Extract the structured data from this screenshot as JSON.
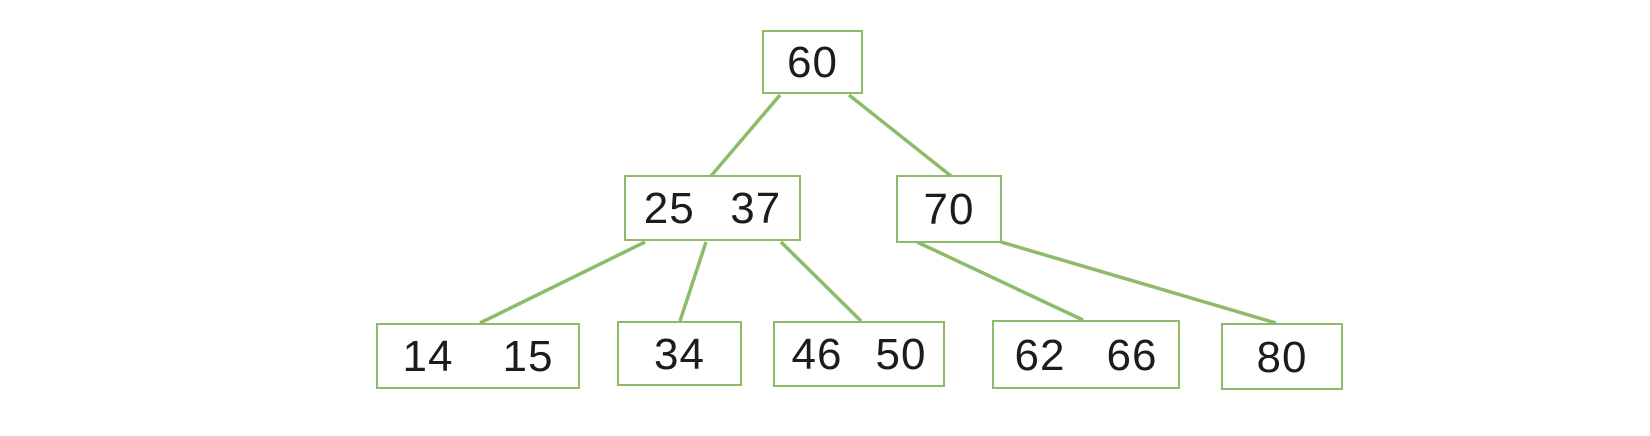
{
  "diagram": {
    "type": "b-tree",
    "accent_color": "#8dbb69",
    "node_fill_color": "#ffffff",
    "text_color": "#1c1c1c",
    "nodes": [
      {
        "id": "root",
        "level": 1,
        "keys": [
          "60"
        ]
      },
      {
        "id": "internal-left",
        "level": 2,
        "keys": [
          "25",
          "37"
        ]
      },
      {
        "id": "internal-right",
        "level": 2,
        "keys": [
          "70"
        ]
      },
      {
        "id": "leaf-1",
        "level": 3,
        "keys": [
          "14",
          "15"
        ]
      },
      {
        "id": "leaf-2",
        "level": 3,
        "keys": [
          "34"
        ]
      },
      {
        "id": "leaf-3",
        "level": 3,
        "keys": [
          "46",
          "50"
        ]
      },
      {
        "id": "leaf-4",
        "level": 3,
        "keys": [
          "62",
          "66"
        ]
      },
      {
        "id": "leaf-5",
        "level": 3,
        "keys": [
          "80"
        ]
      }
    ],
    "edges": [
      {
        "from": "root",
        "to": "internal-left"
      },
      {
        "from": "root",
        "to": "internal-right"
      },
      {
        "from": "internal-left",
        "to": "leaf-1"
      },
      {
        "from": "internal-left",
        "to": "leaf-2"
      },
      {
        "from": "internal-left",
        "to": "leaf-3"
      },
      {
        "from": "internal-right",
        "to": "leaf-4"
      },
      {
        "from": "internal-right",
        "to": "leaf-5"
      }
    ]
  }
}
